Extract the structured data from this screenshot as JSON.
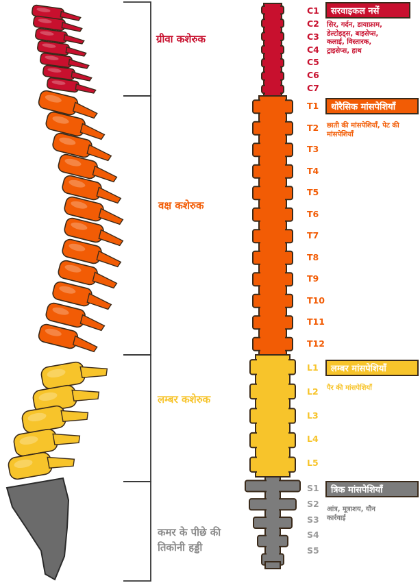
{
  "colors": {
    "cervical": "#c8102e",
    "thoracic": "#f25c05",
    "lumbar": "#f7c42b",
    "sacral": "#7c7c7c",
    "outline": "#3a2a1a",
    "bracket": "#333333",
    "sacrum_bone": "#6b6b6b"
  },
  "regions": [
    {
      "key": "cervical",
      "name": "ग्रीवा कशेरुक",
      "color": "#c8102e"
    },
    {
      "key": "thoracic",
      "name": "वक्ष कशेरुक",
      "color": "#f25c05"
    },
    {
      "key": "lumbar",
      "name": "लम्बर कशेरुक",
      "color": "#f7c42b"
    },
    {
      "key": "sacral",
      "name": "कमर के पीछे की तिकोनी हड्डी",
      "color": "#8a8a8a"
    }
  ],
  "vertebrae": {
    "cervical": [
      "C1",
      "C2",
      "C3",
      "C4",
      "C5",
      "C6",
      "C7"
    ],
    "thoracic": [
      "T1",
      "T2",
      "T3",
      "T4",
      "T5",
      "T6",
      "T7",
      "T8",
      "T9",
      "T10",
      "T11",
      "T12"
    ],
    "lumbar": [
      "L1",
      "L2",
      "L3",
      "L4",
      "L5"
    ],
    "sacral": [
      "S1",
      "S2",
      "S3",
      "S4",
      "S5"
    ]
  },
  "groups": [
    {
      "title": "सरवाइकल नसें",
      "description": "सिर, गर्दन, डायाफ्राम, डेल्टोइड्स, बाइसेप्स, कलाई, विस्तारक, ट्राइसेप्स, हाथ",
      "color": "#c8102e"
    },
    {
      "title": "थोरैसिक मांसपेशियाँ",
      "description": "छाती की मांसपेशियाँ, पेट की मांसपेशियाँ",
      "color": "#f25c05"
    },
    {
      "title": "लम्बर मांसपेशियाँ",
      "description": "पैर की मांसपेशियाँ",
      "color": "#f7c42b"
    },
    {
      "title": "त्रिक मांसपेशियाँ",
      "description": "आंत्र, मूत्राशय, यौन कार्रवाई",
      "color": "#7c7c7c"
    }
  ]
}
